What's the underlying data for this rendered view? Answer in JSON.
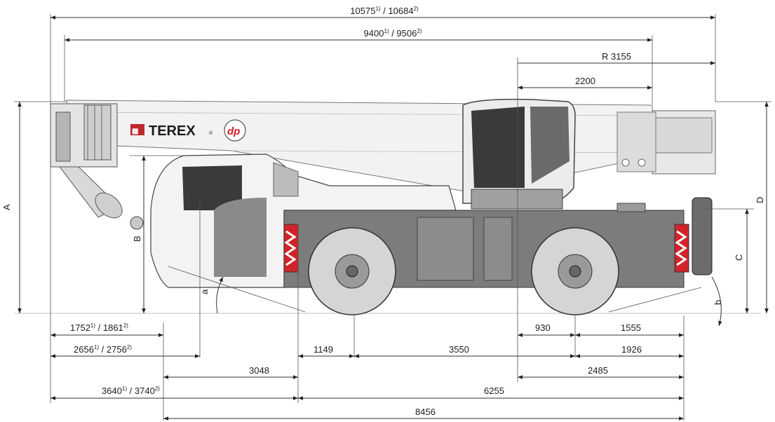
{
  "diagram": {
    "brand": {
      "name": "TEREX",
      "registered": "®",
      "sub_mark": "dp",
      "sub_mark_color": "#d0202a"
    },
    "footnote_refs": {
      "one": "1)",
      "two": "2)"
    },
    "dimensions": {
      "overall_length": {
        "v1": "10575",
        "v2": "10684"
      },
      "boom_length": {
        "v1": "9400",
        "v2": "9506"
      },
      "tail_radius": "R 3155",
      "slew_to_tail": "2200",
      "front_overhang": {
        "v1": "1752",
        "v2": "1861"
      },
      "front_to_cab": {
        "v1": "2656",
        "v2": "2756"
      },
      "front_to_front_axle": {
        "v1": "3640",
        "v2": "3740"
      },
      "cab_to_front_axle": "3048",
      "front_axle_offset": "1149",
      "wheelbase": "3550",
      "slew_to_rear_axle": "930",
      "rear_axle_to_end": "1555",
      "rear_axle_to_tail": "1926",
      "slew_to_rear_end": "2485",
      "axle_to_rear": "6255",
      "total_carrier": "8456"
    },
    "letters": {
      "A": "A",
      "B": "B",
      "C": "C",
      "D": "D",
      "a": "a",
      "b": "b"
    }
  }
}
